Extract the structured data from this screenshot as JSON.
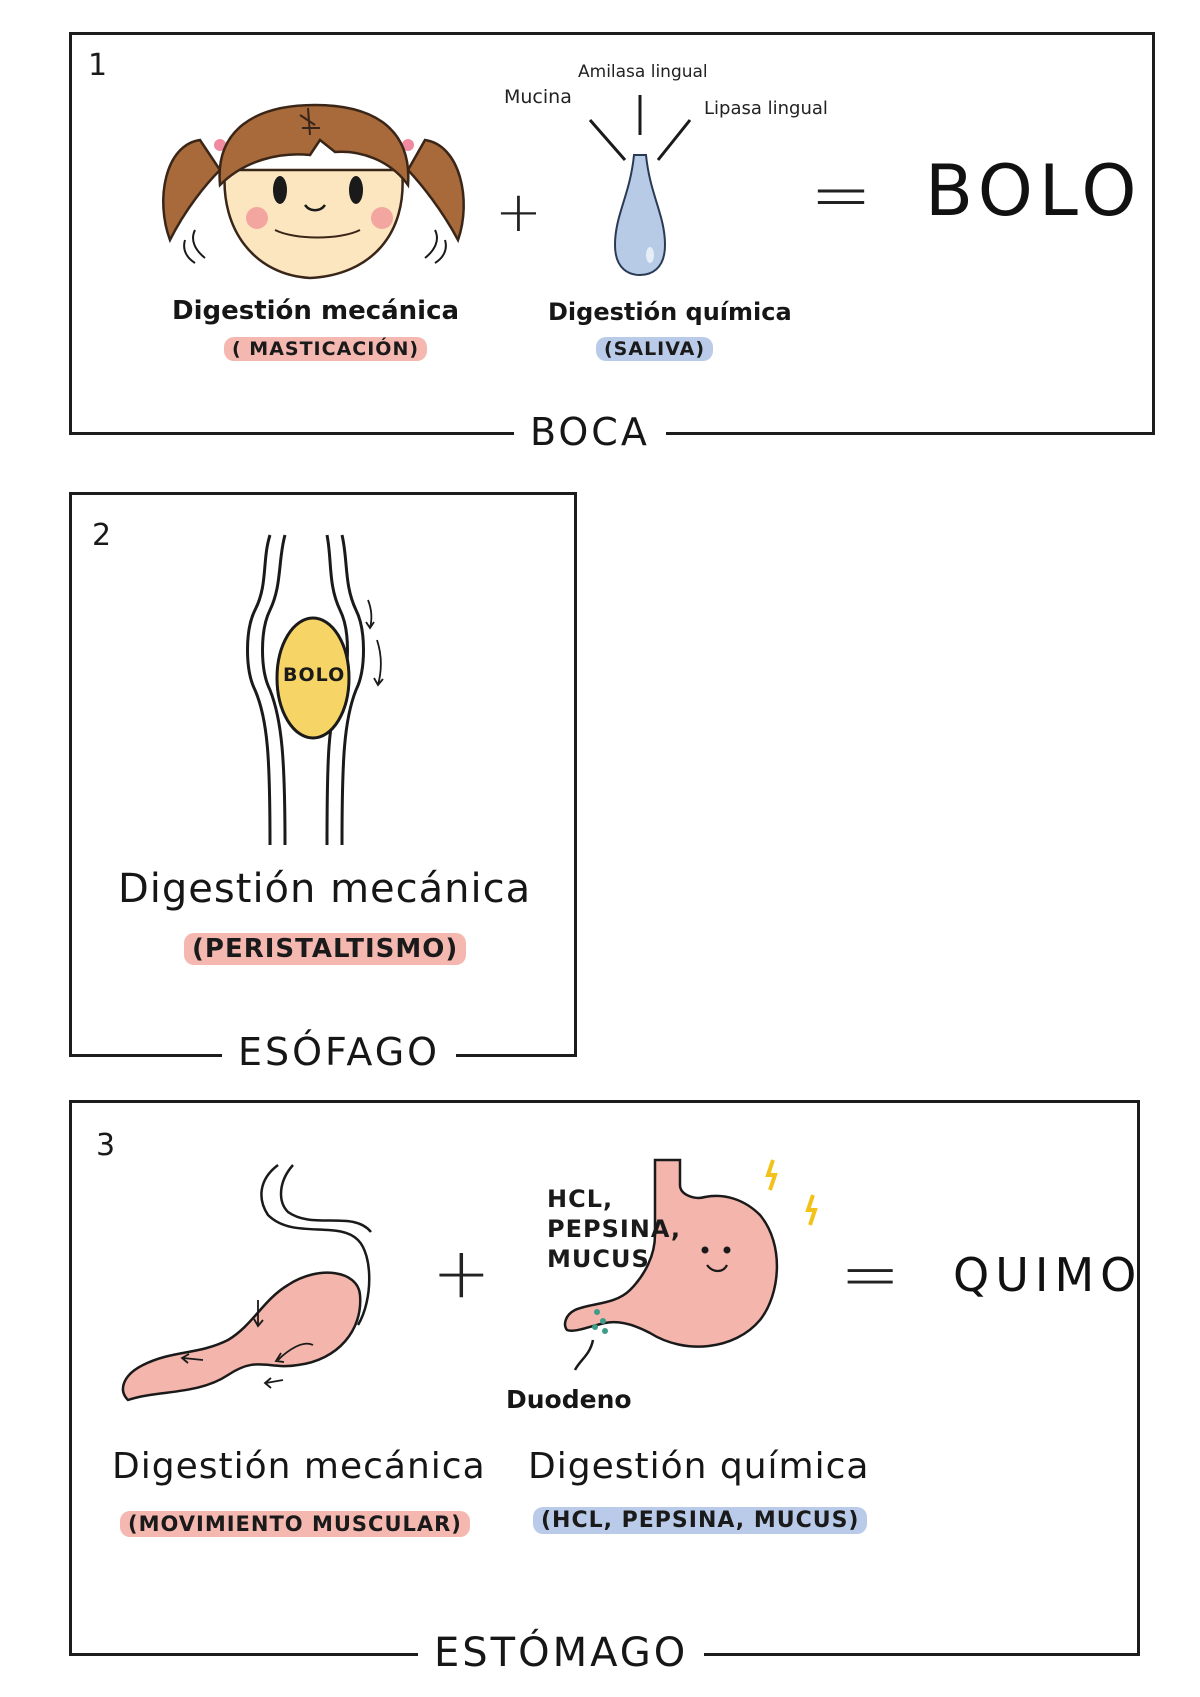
{
  "panel1": {
    "number": "1",
    "caption": "BOCA",
    "left_title": "Digestión mecánica",
    "left_tag": "( MASTICACIÓN)",
    "right_title": "Digestión química",
    "right_tag": "(SALIVA)",
    "labels": {
      "mucina": "Mucina",
      "amilasa": "Amilasa lingual",
      "lipasa": "Lipasa lingual"
    },
    "plus": "+",
    "equals": "=",
    "result": "BOLO"
  },
  "panel2": {
    "number": "2",
    "caption": "ESÓFAGO",
    "bolo_label": "BOLO",
    "title": "Digestión mecánica",
    "tag": "(PERISTALTISMO)"
  },
  "panel3": {
    "number": "3",
    "caption": "ESTÓMAGO",
    "secretions": [
      "HCL,",
      "PEPSINA,",
      "MUCUS"
    ],
    "duodeno": "Duodeno",
    "plus": "+",
    "equals": "=",
    "result": "QUIMO",
    "left_title": "Digestión mecánica",
    "left_tag": "(MOVIMIENTO MUSCULAR)",
    "right_title": "Digestión química",
    "right_tag": "(HCL, PEPSINA, MUCUS)"
  },
  "colors": {
    "pink_highlight": "#f4b8b0",
    "blue_highlight": "#b9cbe8",
    "hair": "#a86a3a",
    "skin": "#fbe6bf",
    "saliva": "#b7cbe6",
    "bolo": "#f7d466",
    "stomach": "#f3b5ac",
    "sparkle": "#f2c21b"
  }
}
